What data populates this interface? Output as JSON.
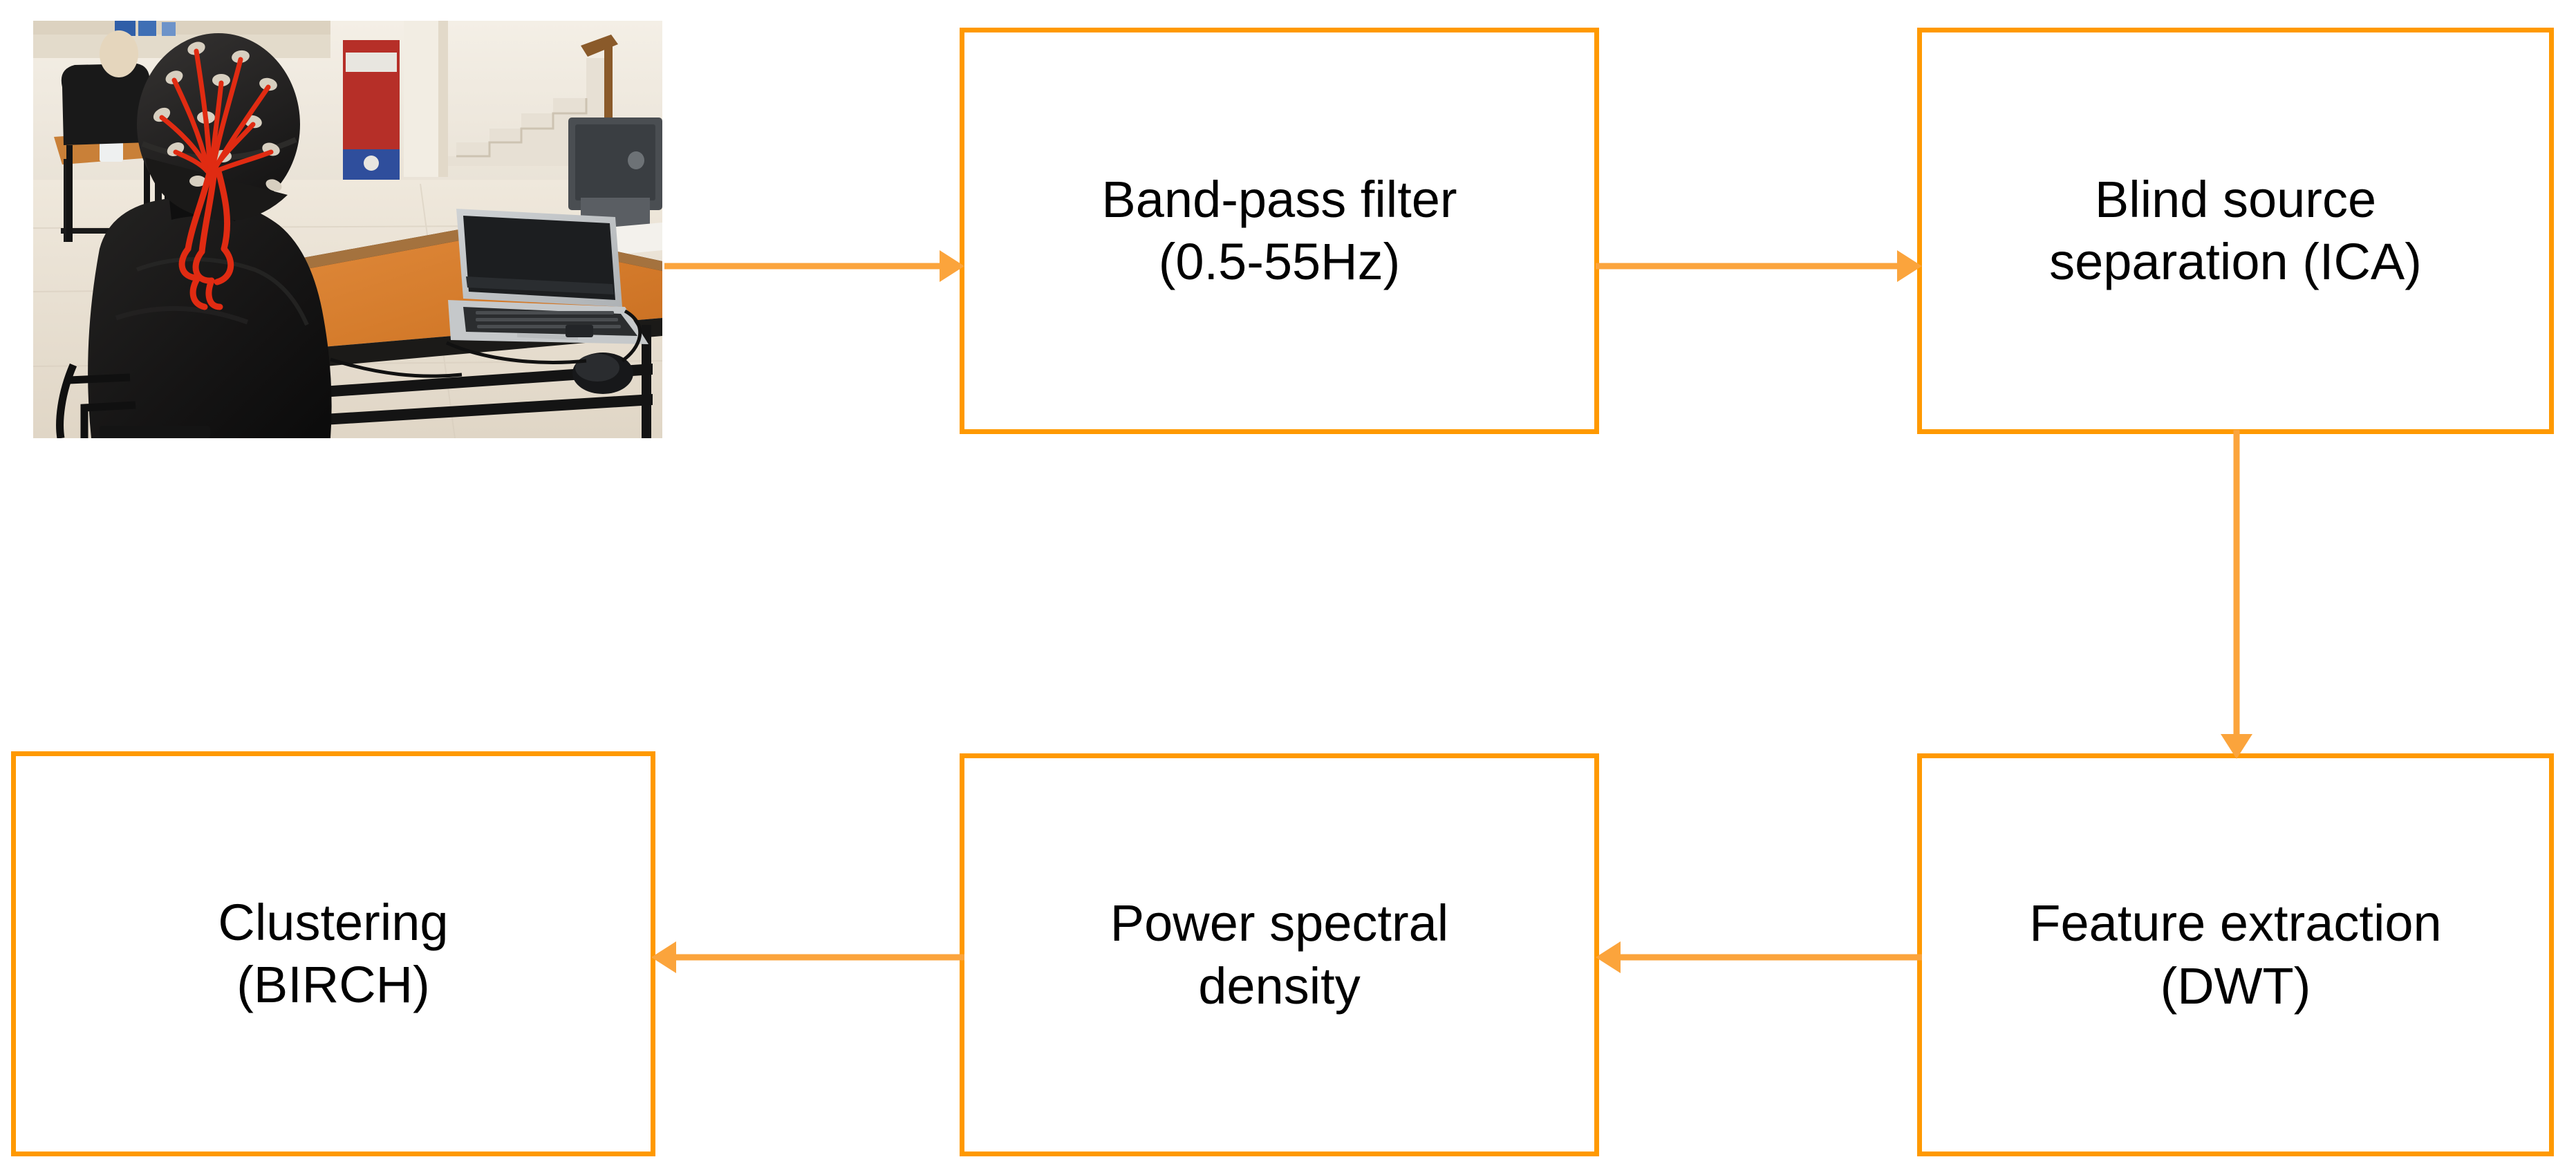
{
  "diagram": {
    "title": "EEG signal processing pipeline",
    "accent_color": "#FF9900",
    "arrow_color": "#FBA43C",
    "background_color": "#FFFFFF",
    "text_color": "#000000",
    "nodes": [
      {
        "id": "eeg-recording-photo",
        "type": "image",
        "caption": "Photograph of a seated participant wearing a black EEG cap with red electrode wires, facing a silver laptop on an orange wooden table with a black mouse; a classroom with stairs and chairs in the background"
      },
      {
        "id": "band-pass-filter",
        "type": "process",
        "label": "Band-pass filter\n(0.5-55Hz)",
        "line1": "Band-pass filter",
        "line2": "(0.5-55Hz)"
      },
      {
        "id": "blind-source-separation",
        "type": "process",
        "label": "Blind source\nseparation (ICA)",
        "line1": "Blind source",
        "line2": "separation (ICA)"
      },
      {
        "id": "feature-extraction",
        "type": "process",
        "label": "Feature extraction\n(DWT)",
        "line1": "Feature extraction",
        "line2": "(DWT)"
      },
      {
        "id": "power-spectral-density",
        "type": "process",
        "label": "Power spectral\ndensity",
        "line1": "Power spectral",
        "line2": "density"
      },
      {
        "id": "clustering",
        "type": "process",
        "label": "Clustering\n(BIRCH)",
        "line1": "Clustering",
        "line2": "(BIRCH)"
      }
    ],
    "edges": [
      {
        "id": "edge-photo-to-bandpass",
        "from": "eeg-recording-photo",
        "to": "band-pass-filter",
        "direction": "right",
        "label": ""
      },
      {
        "id": "edge-bandpass-to-ica",
        "from": "band-pass-filter",
        "to": "blind-source-separation",
        "direction": "right",
        "label": ""
      },
      {
        "id": "edge-ica-to-dwt",
        "from": "blind-source-separation",
        "to": "feature-extraction",
        "direction": "down",
        "label": ""
      },
      {
        "id": "edge-dwt-to-psd",
        "from": "feature-extraction",
        "to": "power-spectral-density",
        "direction": "left",
        "label": ""
      },
      {
        "id": "edge-psd-to-birch",
        "from": "power-spectral-density",
        "to": "clustering",
        "direction": "left",
        "label": ""
      }
    ]
  }
}
